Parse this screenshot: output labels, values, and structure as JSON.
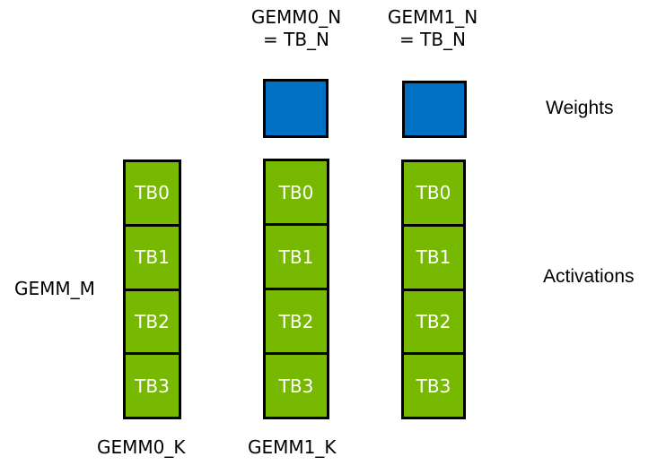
{
  "top_labels": [
    {
      "line1": "GEMM0_N",
      "line2": "= TB_N"
    },
    {
      "line1": "GEMM1_N",
      "line2": "= TB_N"
    }
  ],
  "side_labels": {
    "gemm_m": "GEMM_M",
    "weights": "Weights",
    "activations": "Activations"
  },
  "bottom_labels": {
    "gemm0_k": "GEMM0_K",
    "gemm1_k": "GEMM1_K"
  },
  "columns": [
    {
      "position": "left",
      "cells": [
        "TB0",
        "TB1",
        "TB2",
        "TB3"
      ]
    },
    {
      "position": "middle",
      "cells": [
        "TB0",
        "TB1",
        "TB2",
        "TB3"
      ]
    },
    {
      "position": "right",
      "cells": [
        "TB0",
        "TB1",
        "TB2",
        "TB3"
      ]
    }
  ],
  "colors": {
    "activation_green": "#76B900",
    "weight_blue": "#0071C5",
    "outline_black": "#000000",
    "cell_text_white": "#FFFFFF",
    "background": "#FFFFFF"
  }
}
